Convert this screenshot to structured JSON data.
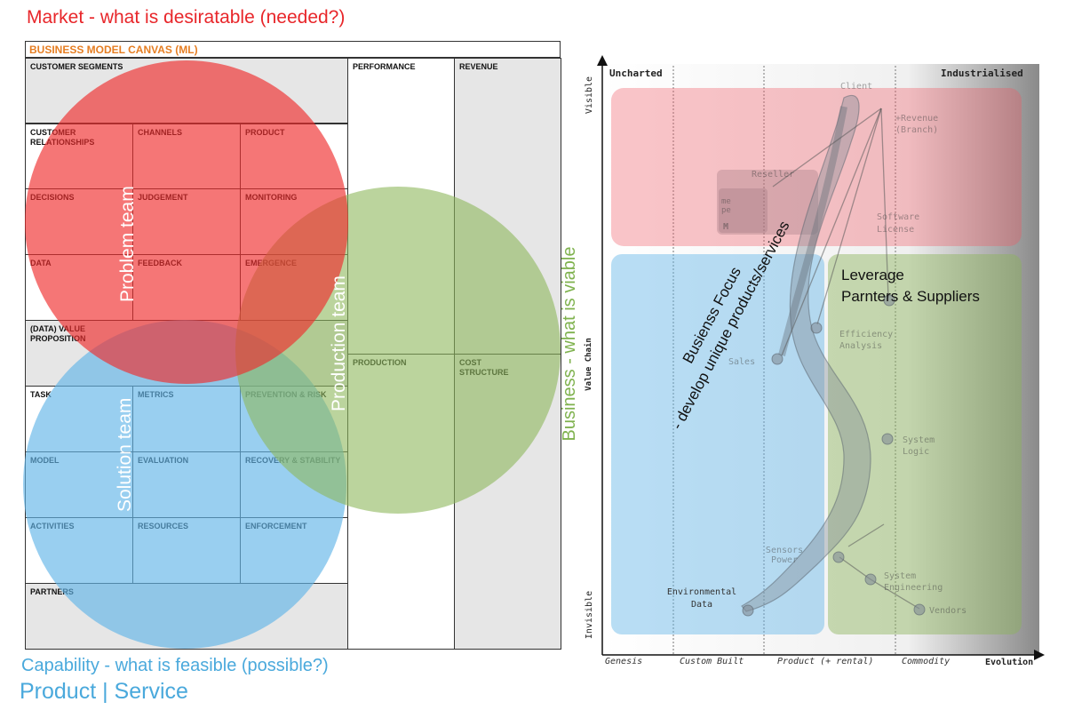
{
  "headings": {
    "market": "Market - what is desiratable (needed?)",
    "capability": "Capability  - what is feasible (possible?)",
    "product_service": "Product | Service",
    "business": "Business - what is viable"
  },
  "canvas": {
    "title": "BUSINESS MODEL CANVAS (ML)",
    "cells": {
      "customer_segments": "CUSTOMER SEGMENTS",
      "customer_relationships": "CUSTOMER RELATIONSHIPS",
      "channels": "CHANNELS",
      "product": "PRODUCT",
      "decisions": "DECISIONS",
      "judgement": "JUDGEMENT",
      "monitoring": "MONITORING",
      "data": "DATA",
      "feedback": "FEEDBACK",
      "emergence": "EMERGENCE",
      "value_proposition": "(DATA) VALUE PROPOSITION",
      "task": "TASK",
      "metrics": "METRICS",
      "prevention": "PREVENTION  & RISK",
      "model": "MODEL",
      "evaluation": "EVALUATION",
      "recovery": "RECOVERY & STABILITY",
      "activities": "ACTIVITIES",
      "resources": "RESOURCES",
      "enforcement": "ENFORCEMENT",
      "partners": "PARTNERS",
      "performance": "PERFORMANCE",
      "revenue": "REVENUE",
      "production": "PRODUCTION",
      "cost_structure": "COST STRUCTURE"
    },
    "teams": {
      "problem": "Problem team",
      "solution": "Solution team",
      "production": "Production team"
    }
  },
  "map": {
    "uncharted": "Uncharted",
    "industrialised": "Industrialised",
    "visible": "Visible",
    "invisible": "Invisible",
    "value_chain": "Value Chain",
    "evolution": "Evolution",
    "stages": [
      "Genesis",
      "Custom Built",
      "Product (+ rental)",
      "Commodity"
    ],
    "components": {
      "client": "Client",
      "revenue": "+Revenue (Branch)",
      "reseller": "Reseller",
      "me": "me",
      "pe": "pe",
      "m": "M",
      "software": "Software License",
      "efficiency": "Efficiency Analysis",
      "sales": "Sales",
      "system_logic": "System Logic",
      "sensors": "Sensors Power",
      "system_engineering": "System Engineering",
      "vendors": "Vendors",
      "env_data": "Environmental Data"
    },
    "business_focus_1": "Busienss Focus",
    "business_focus_2": "- develop unique products/services",
    "leverage_1": "Leverage",
    "leverage_2": "Parnters & Suppliers"
  },
  "colors": {
    "red": "#f04a4a",
    "blue": "#63b6e8",
    "green": "#9cc06e",
    "orange": "#e67e22"
  }
}
